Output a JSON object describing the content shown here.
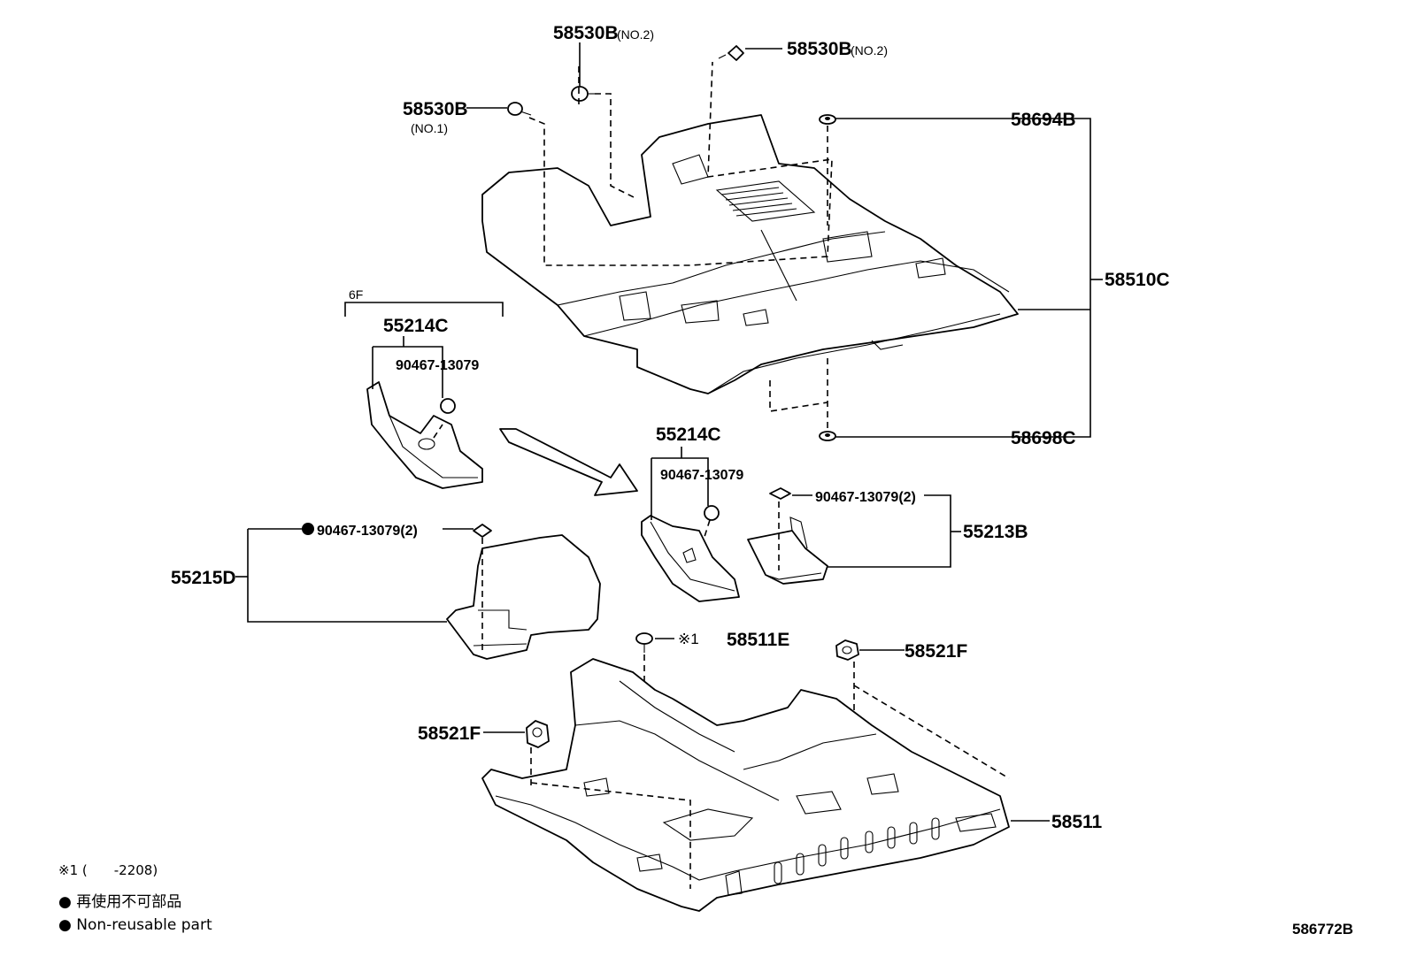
{
  "callouts": {
    "c58530b_no2_top": {
      "part": "58530B",
      "suffix": "(NO.2)"
    },
    "c58530b_no2_right": {
      "part": "58530B",
      "suffix": "(NO.2)"
    },
    "c58530b_no1": {
      "part": "58530B",
      "suffix": "(NO.1)"
    },
    "c58694b": {
      "part": "58694B"
    },
    "c58510c": {
      "part": "58510C"
    },
    "c58698c": {
      "part": "58698C"
    },
    "c6f": {
      "part": "6F"
    },
    "c55214c_left": {
      "part": "55214C"
    },
    "c90467_left": {
      "part": "90467-13079"
    },
    "c55214c_mid": {
      "part": "55214C"
    },
    "c90467_mid": {
      "part": "90467-13079"
    },
    "c90467_2_right": {
      "part": "90467-13079(2)"
    },
    "c55213b": {
      "part": "55213B"
    },
    "c90467_2_left": {
      "part": "90467-13079(2)",
      "marker": "●"
    },
    "c55215d": {
      "part": "55215D"
    },
    "c58511e": {
      "part": "58511E",
      "note": "※1"
    },
    "c58521f_right": {
      "part": "58521F"
    },
    "c58521f_left": {
      "part": "58521F"
    },
    "c58511": {
      "part": "58511"
    }
  },
  "legend": {
    "note1": "※1 (　　-2208)",
    "jp": "● 再使用不可部品",
    "en": "● Non-reusable part"
  },
  "diagram_id": "586772B"
}
